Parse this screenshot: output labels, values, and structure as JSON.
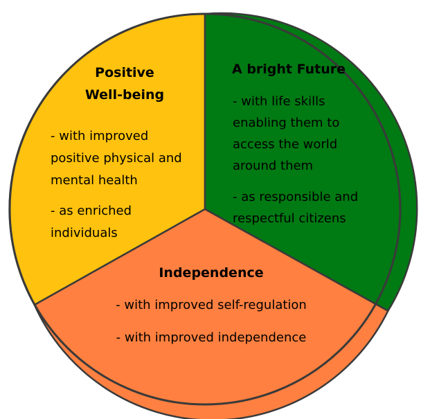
{
  "colors": {
    "wellbeing": "#FFC20E",
    "future": "#007A13",
    "independence": "#FF8040",
    "outline": "#3A3A3A"
  },
  "segments": {
    "wellbeing": {
      "heading": [
        "Positive",
        "Well-being"
      ],
      "lines": [
        "- with improved",
        "positive physical and",
        "mental health",
        "- as enriched",
        "individuals"
      ]
    },
    "future": {
      "heading": "A bright Future",
      "lines": [
        "- with life skills",
        "enabling them to",
        "access the world",
        "around them",
        "- as responsible and",
        "respectful citizens"
      ]
    },
    "independence": {
      "heading": "Independence",
      "lines": [
        "- with improved self-regulation",
        "- with improved independence"
      ]
    }
  }
}
